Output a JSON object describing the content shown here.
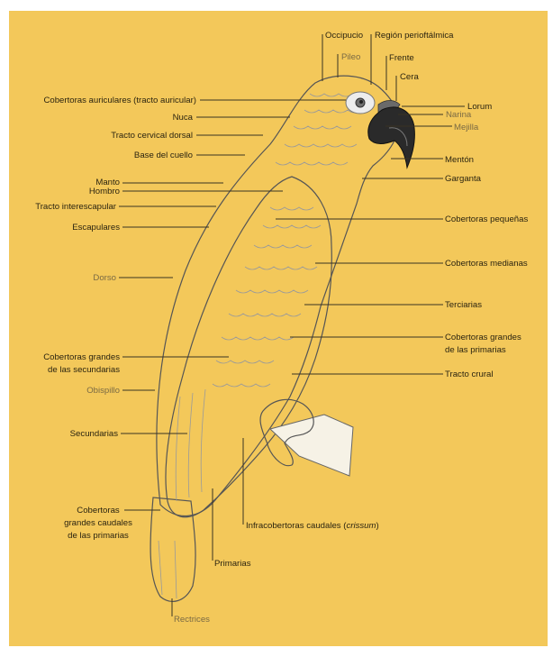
{
  "labels": {
    "occipucio": "Occipucio",
    "region_periorbital": "Región perioftálmica",
    "pileo": "Pileo",
    "frente": "Frente",
    "cera": "Cera",
    "lorum": "Lorum",
    "narina": "Narina",
    "mejilla": "Mejilla",
    "menton": "Mentón",
    "garganta": "Garganta",
    "cobertoras_auriculares": "Cobertoras auriculares (tracto auricular)",
    "nuca": "Nuca",
    "tracto_cervical_dorsal": "Tracto cervical dorsal",
    "base_del_cuello": "Base del cuello",
    "manto": "Manto",
    "hombro": "Hombro",
    "tracto_interescapular": "Tracto interescapular",
    "escapulares": "Escapulares",
    "dorso": "Dorso",
    "cobertoras_pequenas": "Cobertoras pequeñas",
    "cobertoras_medianas": "Cobertoras medianas",
    "terciarias": "Terciarias",
    "cobertoras_grandes_primarias_1": "Cobertoras grandes",
    "cobertoras_grandes_primarias_2": "de las primarias",
    "tracto_crural": "Tracto crural",
    "cobertoras_grandes_secundarias_1": "Cobertoras grandes",
    "cobertoras_grandes_secundarias_2": "de las secundarias",
    "obispillo": "Obispillo",
    "secundarias": "Secundarias",
    "cobertoras_caudales_1": "Cobertoras",
    "cobertoras_caudales_2": "grandes caudales",
    "cobertoras_caudales_3": "de las primarias",
    "infracobertoras_caudales": "Infracobertoras caudales (",
    "crissum": "crissum",
    "crissum_close": ")",
    "primarias": "Primarias",
    "rectrices": "Rectrices"
  },
  "colors": {
    "background": "#f3c85a",
    "bird": "#d9d9d9",
    "beak": "#2a2a2a"
  }
}
